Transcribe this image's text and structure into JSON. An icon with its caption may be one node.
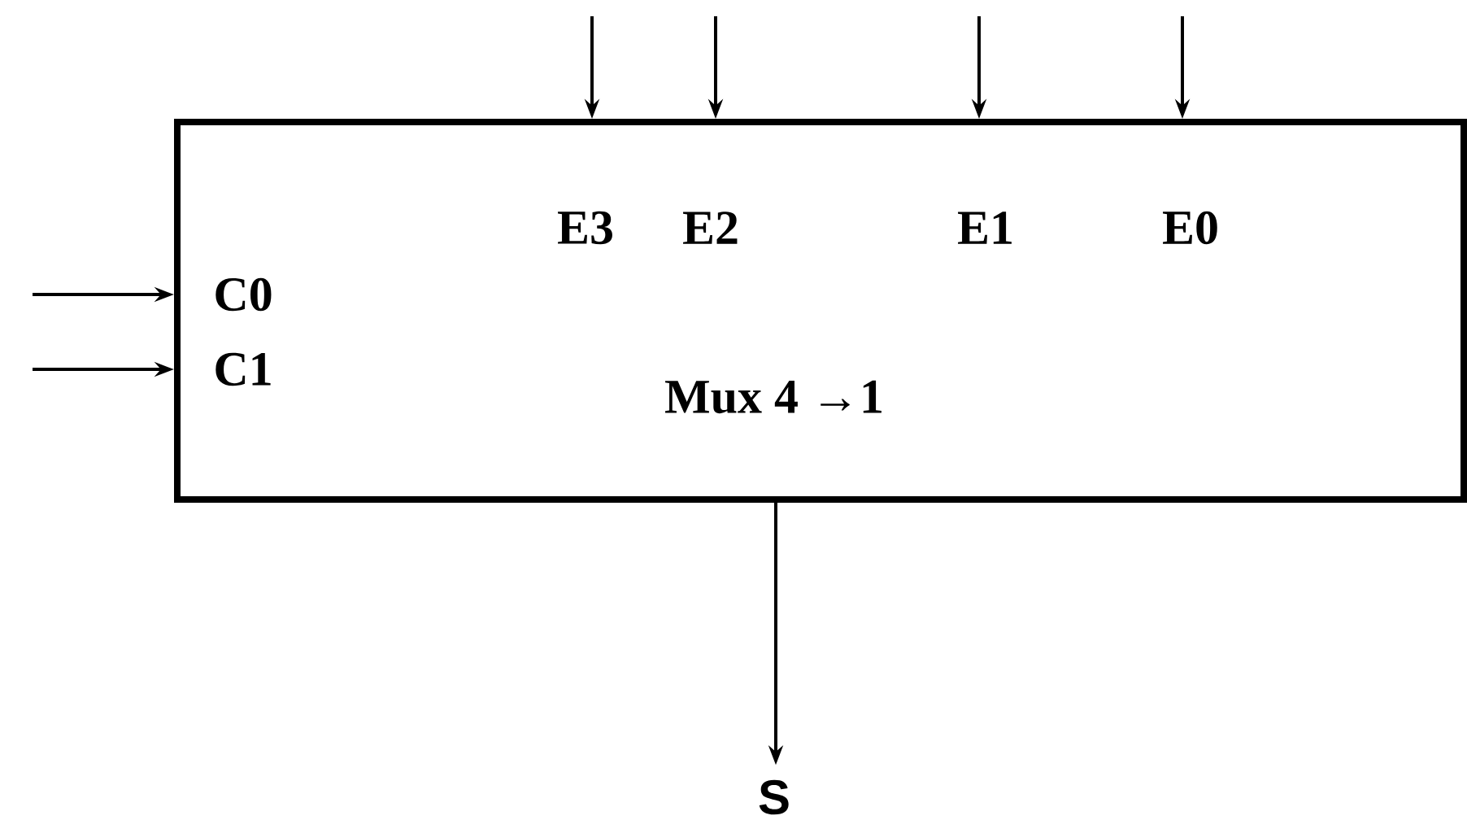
{
  "diagram": {
    "nodes": [
      {
        "text": [
          "Mux 4 →1"
        ]
      },
      {
        "text": [
          "S"
        ]
      }
    ],
    "edges": [
      {
        "from": null,
        "to": 0,
        "arrow": "to"
      },
      {
        "from": null,
        "to": 0,
        "arrow": "to"
      },
      {
        "from": null,
        "to": 0,
        "arrow": "to"
      },
      {
        "from": null,
        "to": 0,
        "arrow": "to"
      },
      {
        "from": null,
        "to": 0,
        "arrow": "to"
      },
      {
        "from": null,
        "to": 0,
        "arrow": "to"
      },
      {
        "from": 0,
        "to": 1,
        "arrow": "to"
      }
    ],
    "labels": [
      "E3",
      "E2",
      "E1",
      "E0",
      "C0",
      "C1"
    ]
  }
}
